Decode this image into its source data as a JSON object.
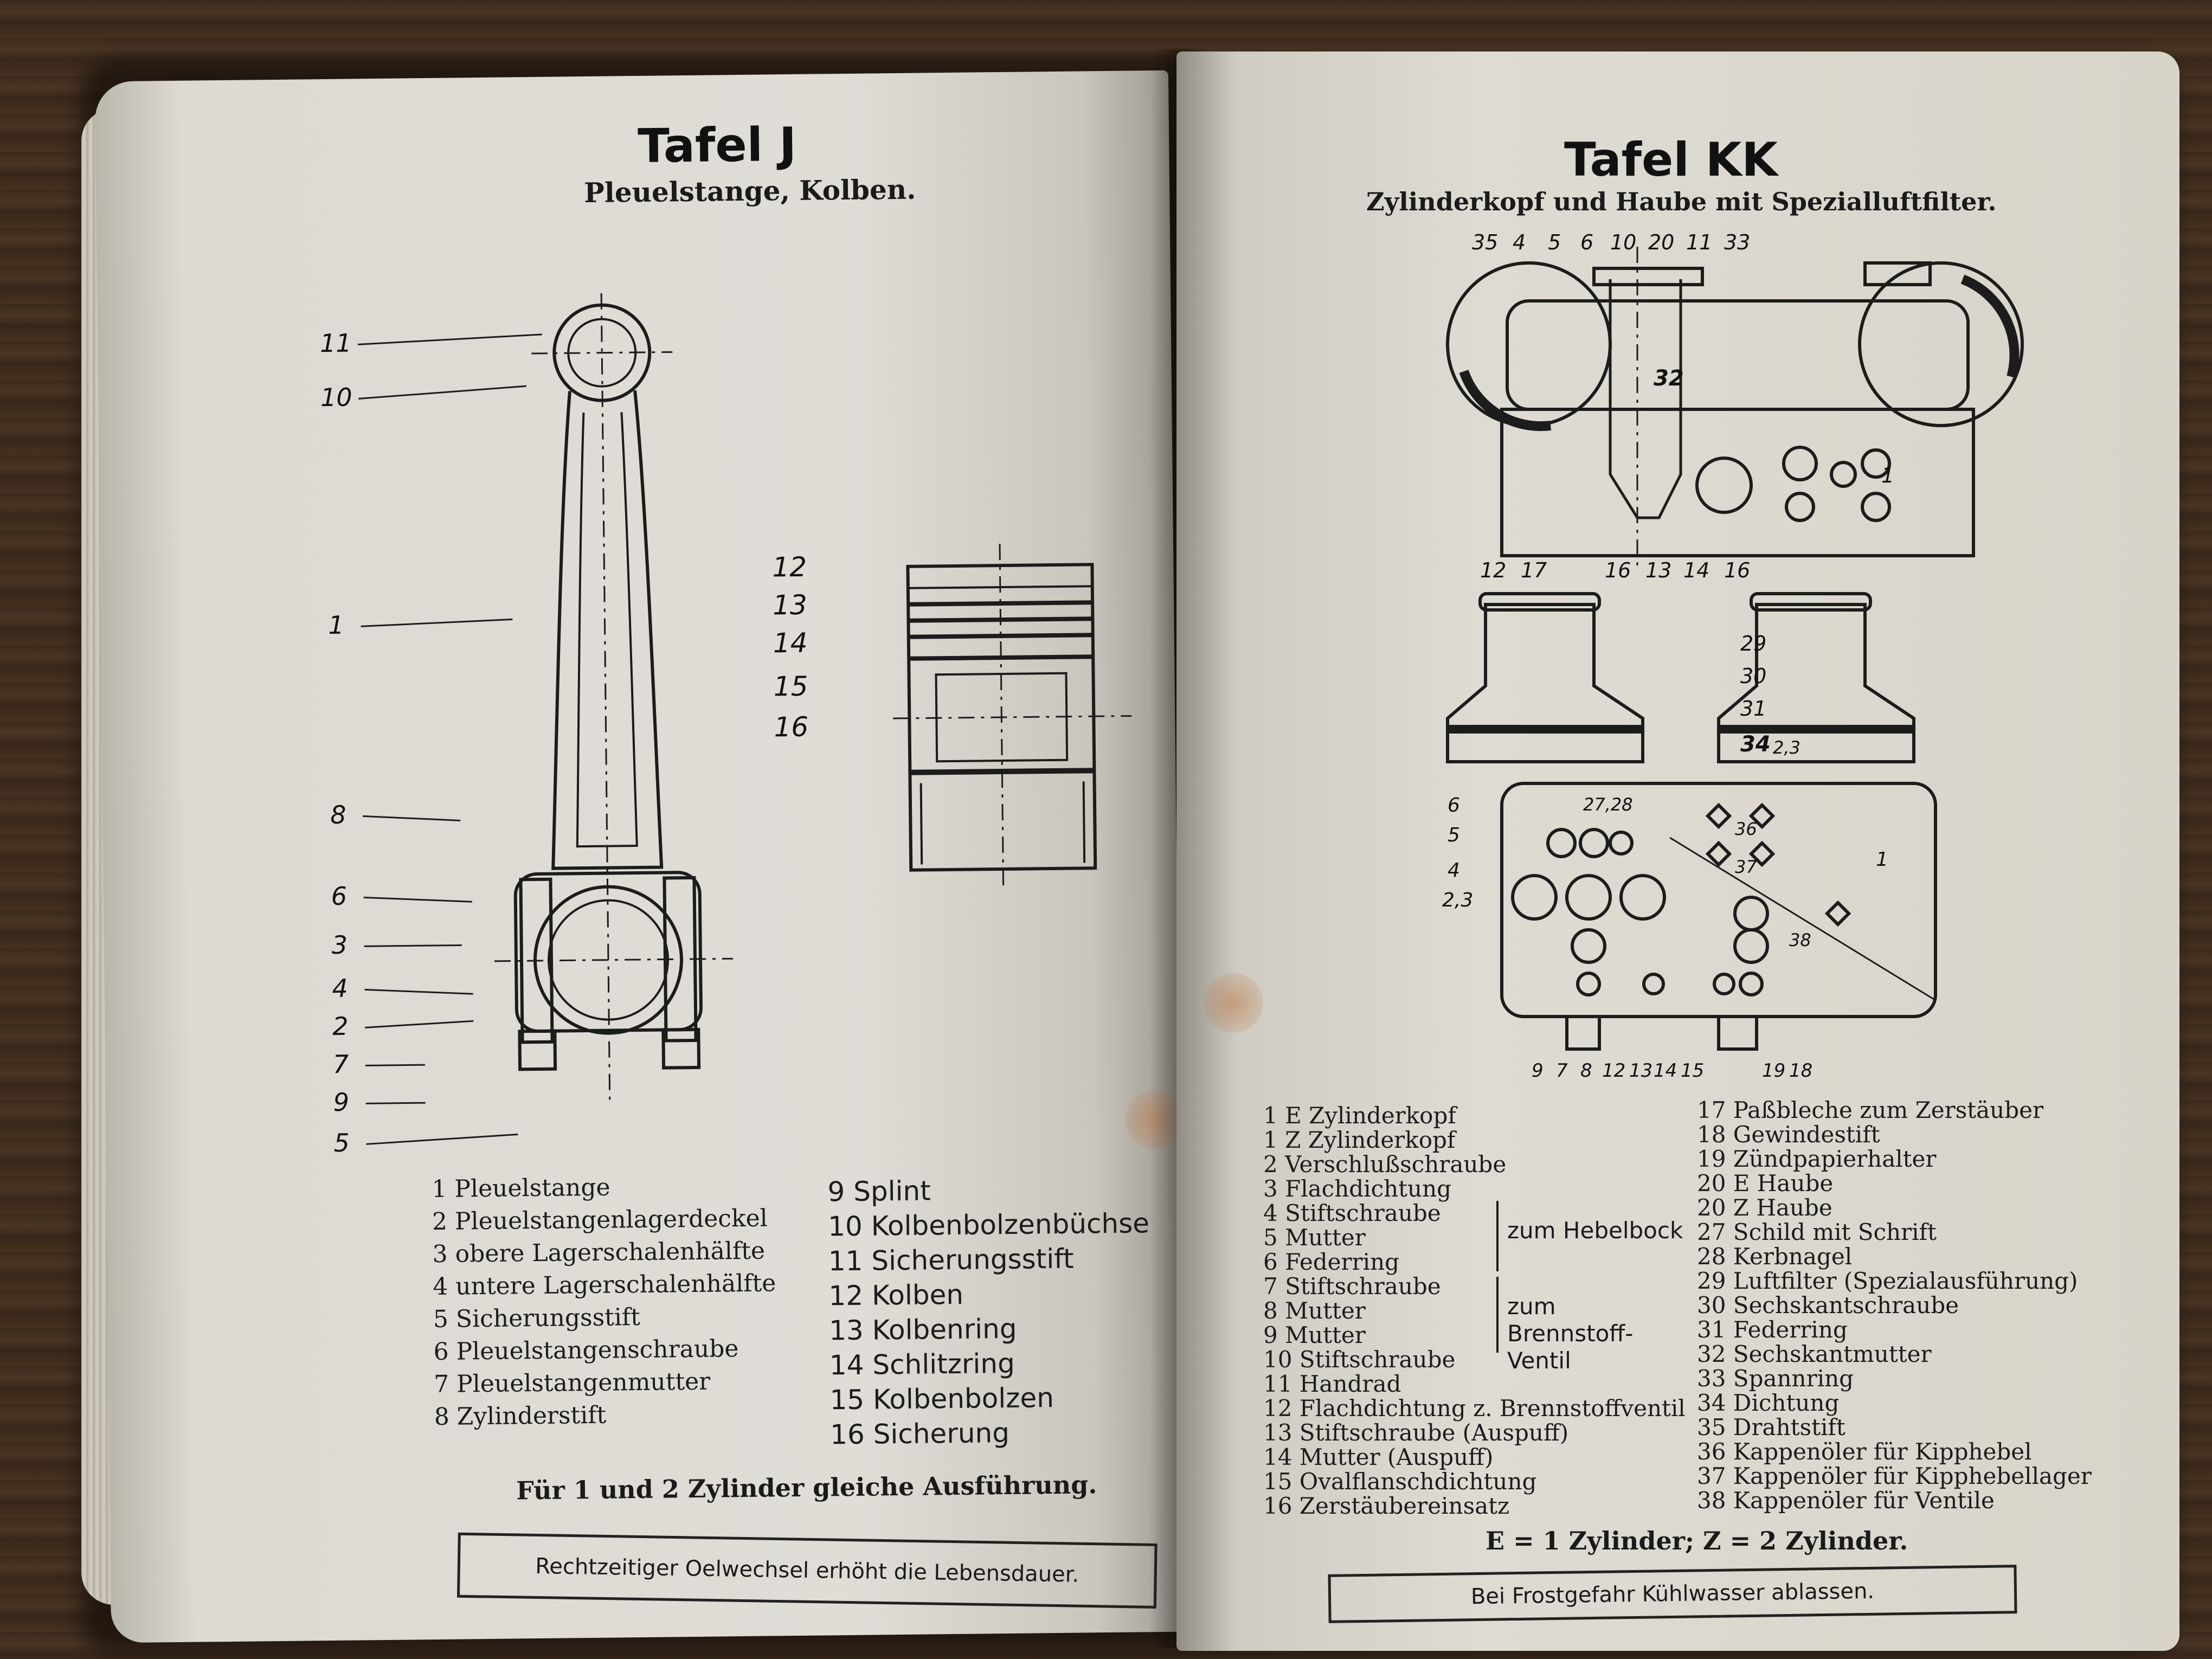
{
  "left_page": {
    "title": "Tafel J",
    "subtitle": "Pleuelstange, Kolben.",
    "callouts_rod": [
      "11",
      "10",
      "1",
      "8",
      "6",
      "3",
      "4",
      "2",
      "7",
      "9",
      "5"
    ],
    "callouts_piston": [
      "12",
      "13",
      "14",
      "15",
      "16"
    ],
    "legend_col1": [
      "1 Pleuelstange",
      "2 Pleuelstangenlagerdeckel",
      "3 obere Lagerschalenhälfte",
      "4 untere Lagerschalenhälfte",
      "5 Sicherungsstift",
      "6 Pleuelstangenschraube",
      "7 Pleuelstangenmutter",
      "8 Zylinderstift"
    ],
    "legend_col2": [
      "9 Splint",
      "10 Kolbenbolzenbüchse",
      "11 Sicherungsstift",
      "12 Kolben",
      "13 Kolbenring",
      "14 Schlitzring",
      "15 Kolbenbolzen",
      "16 Sicherung"
    ],
    "note": "Für 1 und 2 Zylinder gleiche Ausführung.",
    "boxed_note": "Rechtzeitiger Oelwechsel erhöht die Lebensdauer."
  },
  "right_page": {
    "title": "Tafel KK",
    "subtitle": "Zylinderkopf und Haube mit Spezialluftfilter.",
    "callouts_top": [
      "35",
      "4",
      "5",
      "6",
      "10",
      "20",
      "11",
      "33",
      "32",
      "1",
      "12",
      "17",
      "16",
      "13",
      "14",
      "16"
    ],
    "callouts_mid": [
      "29",
      "30",
      "31",
      "34",
      "2,3"
    ],
    "callouts_bottom_left": [
      "6",
      "5",
      "4",
      "2,3"
    ],
    "callouts_bottom_inside": [
      "27,28",
      "36",
      "37",
      "38",
      "1"
    ],
    "callouts_bottom_row": [
      "9",
      "7",
      "8",
      "12",
      "13",
      "14",
      "15",
      "19",
      "18"
    ],
    "legend_col1": [
      "1 E Zylinderkopf",
      "1 Z Zylinderkopf",
      "2 Verschlußschraube",
      "3 Flachdichtung",
      "4 Stiftschraube",
      "5 Mutter",
      "6 Federring",
      "7 Stiftschraube",
      "8 Mutter",
      "9 Mutter",
      "10 Stiftschraube",
      "11 Handrad",
      "12 Flachdichtung z. Brennstoffventil",
      "13 Stiftschraube (Auspuff)",
      "14 Mutter (Auspuff)",
      "15 Ovalflanschdichtung",
      "16 Zerstäubereinsatz"
    ],
    "bracket_1": "zum Hebelbock",
    "bracket_2": "zum Brennstoff-Ventil",
    "legend_col2": [
      "17 Paßbleche zum Zerstäuber",
      "18 Gewindestift",
      "19 Zündpapierhalter",
      "20 E Haube",
      "20 Z Haube",
      "27 Schild mit Schrift",
      "28 Kerbnagel",
      "29 Luftfilter (Spezialausführung)",
      "30 Sechskantschraube",
      "31 Federring",
      "32 Sechskantmutter",
      "33 Spannring",
      "34 Dichtung",
      "35 Drahtstift",
      "36 Kappenöler für Kipphebel",
      "37 Kappenöler für Kipphebellager",
      "38 Kappenöler für Ventile"
    ],
    "note": "E = 1 Zylinder; Z = 2 Zylinder.",
    "boxed_note": "Bei Frostgefahr Kühlwasser ablassen."
  },
  "colors": {
    "paper": "#dcd9d1",
    "ink": "#1c1c1c",
    "wood": "#3b2a1c",
    "stain": "#c47a45"
  }
}
